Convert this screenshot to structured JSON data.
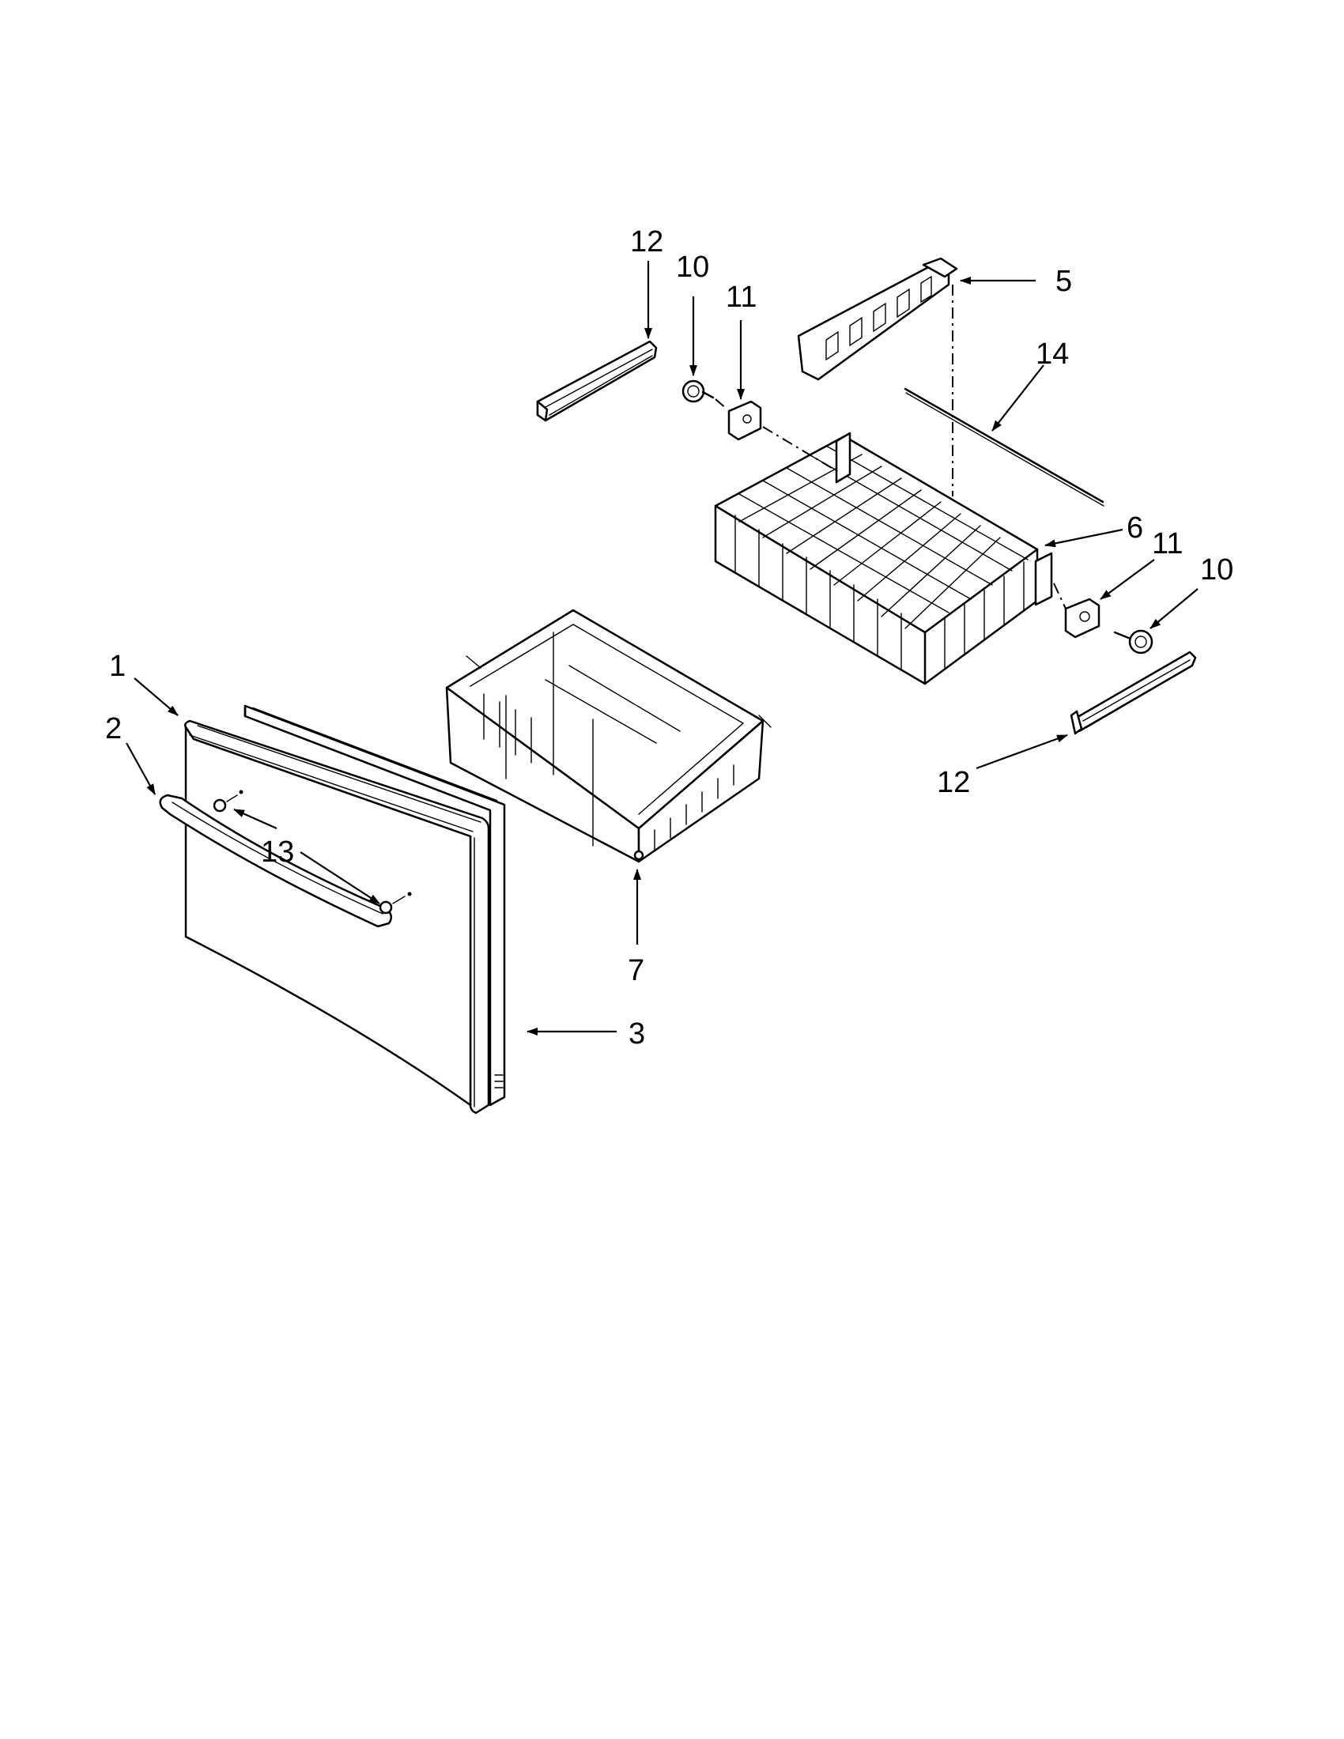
{
  "diagram": {
    "colors": {
      "ink": "#000000",
      "paper": "#ffffff",
      "shade": "#e6e6e6"
    },
    "callouts": {
      "c1": "1",
      "c2": "2",
      "c3": "3",
      "c5": "5",
      "c6": "6",
      "c7": "7",
      "c10a": "10",
      "c10b": "10",
      "c11a": "11",
      "c11b": "11",
      "c12a": "12",
      "c12b": "12",
      "c13": "13",
      "c14": "14"
    }
  }
}
